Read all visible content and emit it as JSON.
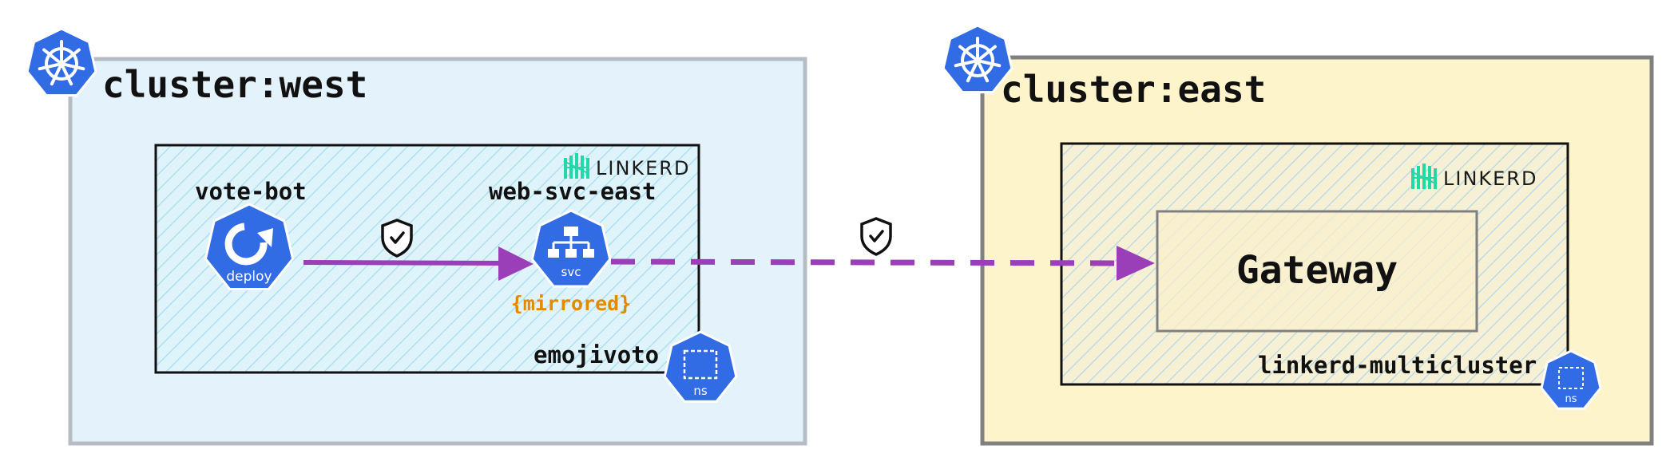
{
  "clusters": {
    "west": {
      "label": "cluster:west",
      "namespace": {
        "name": "emojivoto",
        "icon_label": "ns",
        "mesh_logo": "LINKERD"
      },
      "deployment": {
        "name": "vote-bot",
        "icon_label": "deploy"
      },
      "service": {
        "name": "web-svc-east",
        "icon_label": "svc",
        "tag": "{mirrored}"
      }
    },
    "east": {
      "label": "cluster:east",
      "namespace": {
        "name": "linkerd-multicluster",
        "icon_label": "ns",
        "mesh_logo": "LINKERD"
      },
      "gateway": {
        "label": "Gateway"
      }
    }
  },
  "icons": {
    "kubernetes": "kubernetes-helm-icon",
    "deployment": "deployment-icon",
    "service": "service-icon",
    "namespace": "namespace-icon",
    "mtls": "shield-check-icon",
    "linkerd": "linkerd-logo-icon"
  },
  "colors": {
    "k8s_blue": "#326ce5",
    "arrow_purple": "#9a3fb8",
    "west_bg": "#e4f2fc",
    "east_bg": "#fdf4cc",
    "mirrored_orange": "#e38a00",
    "linkerd_teal": "#24d7a8"
  }
}
